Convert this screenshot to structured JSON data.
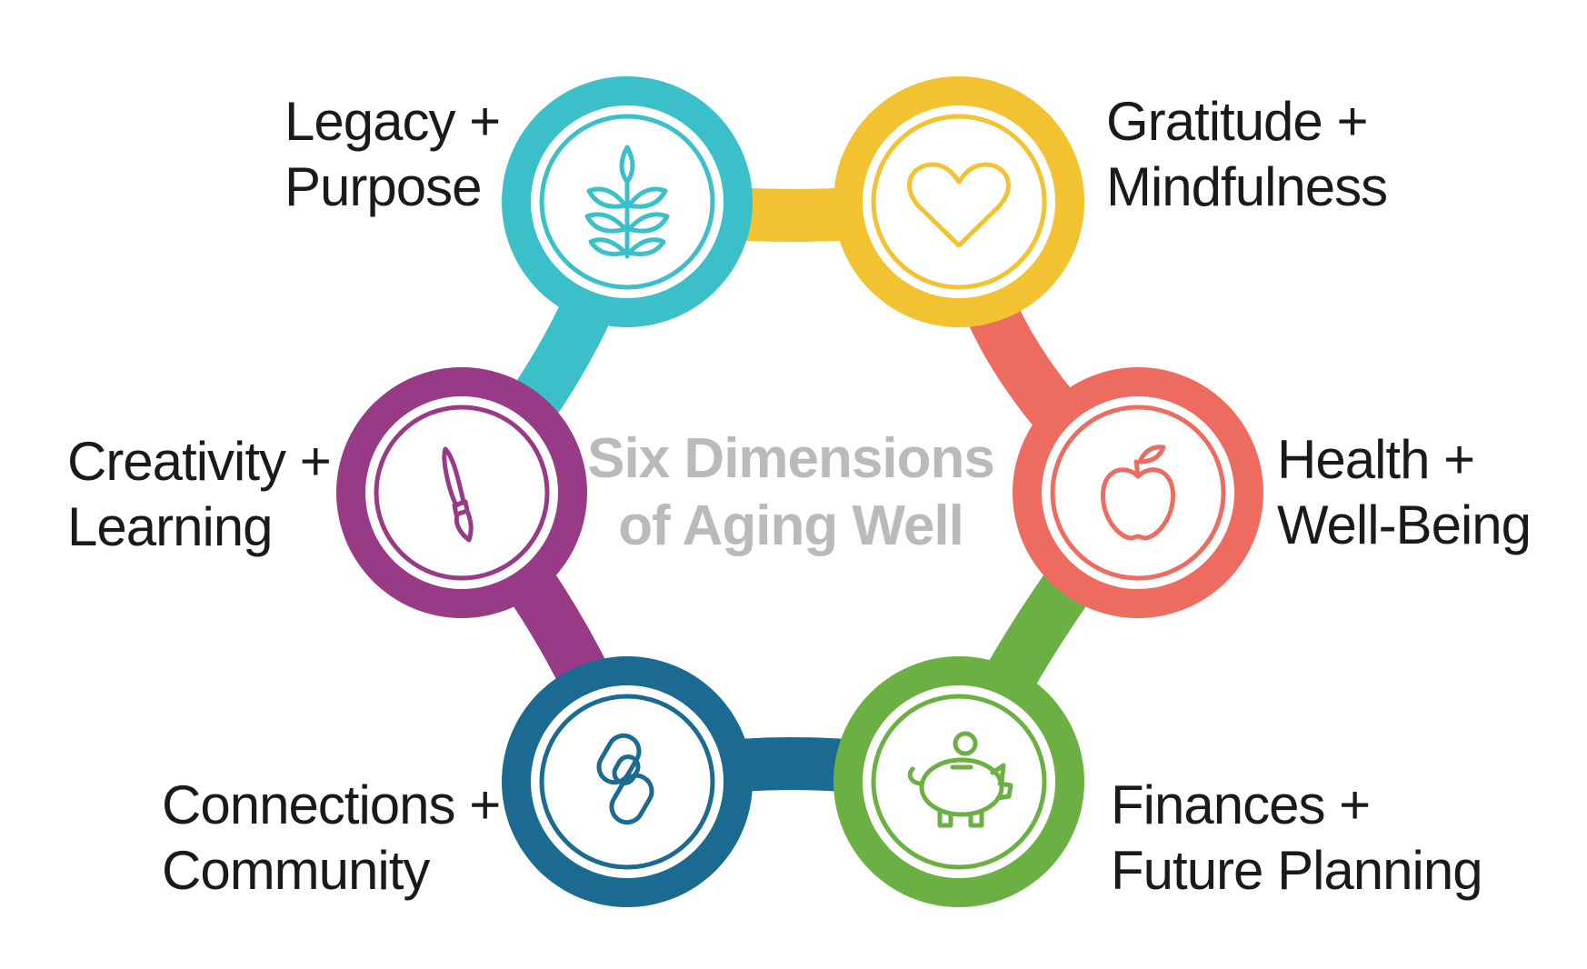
{
  "title": {
    "line1": "Six Dimensions",
    "line2": "of Aging Well"
  },
  "dimensions": [
    {
      "line1": "Legacy +",
      "line2": "Purpose",
      "color": "#3bbfc9",
      "icon": "sprout-icon"
    },
    {
      "line1": "Gratitude +",
      "line2": "Mindfulness",
      "color": "#f2c230",
      "icon": "heart-icon"
    },
    {
      "line1": "Health +",
      "line2": "Well-Being",
      "color": "#ee6b60",
      "icon": "apple-icon"
    },
    {
      "line1": "Finances +",
      "line2": "Future Planning",
      "color": "#6bb042",
      "icon": "piggy-bank-icon"
    },
    {
      "line1": "Connections +",
      "line2": "Community",
      "color": "#1b6a91",
      "icon": "chain-link-icon"
    },
    {
      "line1": "Creativity +",
      "line2": "Learning",
      "color": "#993a87",
      "icon": "paintbrush-icon"
    }
  ]
}
